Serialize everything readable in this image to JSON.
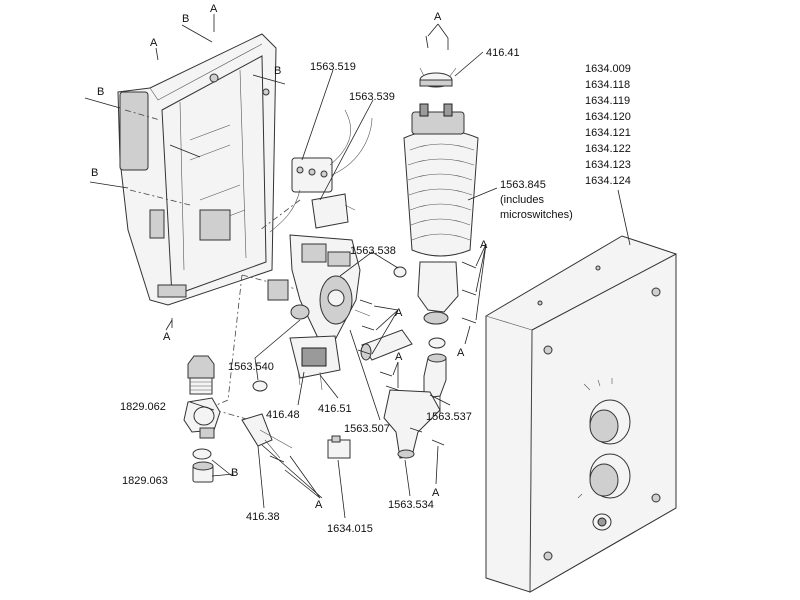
{
  "labels": {
    "p1563_519": "1563.519",
    "p1563_539": "1563.539",
    "p416_41": "416.41",
    "cover_codes": [
      "1634.009",
      "1634.118",
      "1634.119",
      "1634.120",
      "1634.121",
      "1634.122",
      "1634.123",
      "1634.124"
    ],
    "p1563_845": [
      "1563.845",
      "(includes",
      "microswitches)"
    ],
    "p1563_538": "1563.538",
    "p1563_540": "1563.540",
    "p1829_062": "1829.062",
    "p1829_063": "1829.063",
    "p416_48": "416.48",
    "p416_51": "416.51",
    "p1563_507": "1563.507",
    "p1563_537": "1563.537",
    "p416_38": "416.38",
    "p1634_015": "1634.015",
    "p1563_534": "1563.534",
    "screw_a": "A",
    "screw_b": "B"
  }
}
